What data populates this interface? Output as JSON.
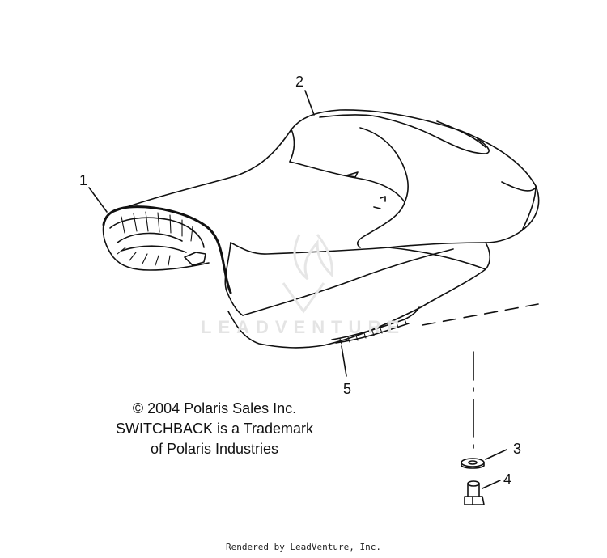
{
  "callouts": {
    "part1": "1",
    "part2": "2",
    "part3": "3",
    "part4": "4",
    "part5": "5"
  },
  "copyright": {
    "line1": "© 2004 Polaris Sales Inc.",
    "line2": "SWITCHBACK is a Trademark",
    "line3": "of Polaris Industries"
  },
  "watermark": "LEADVENTURE",
  "footer": "Rendered by LeadVenture, Inc.",
  "colors": {
    "line": "#111111",
    "watermark": "#e4e4e4",
    "background": "#ffffff"
  }
}
